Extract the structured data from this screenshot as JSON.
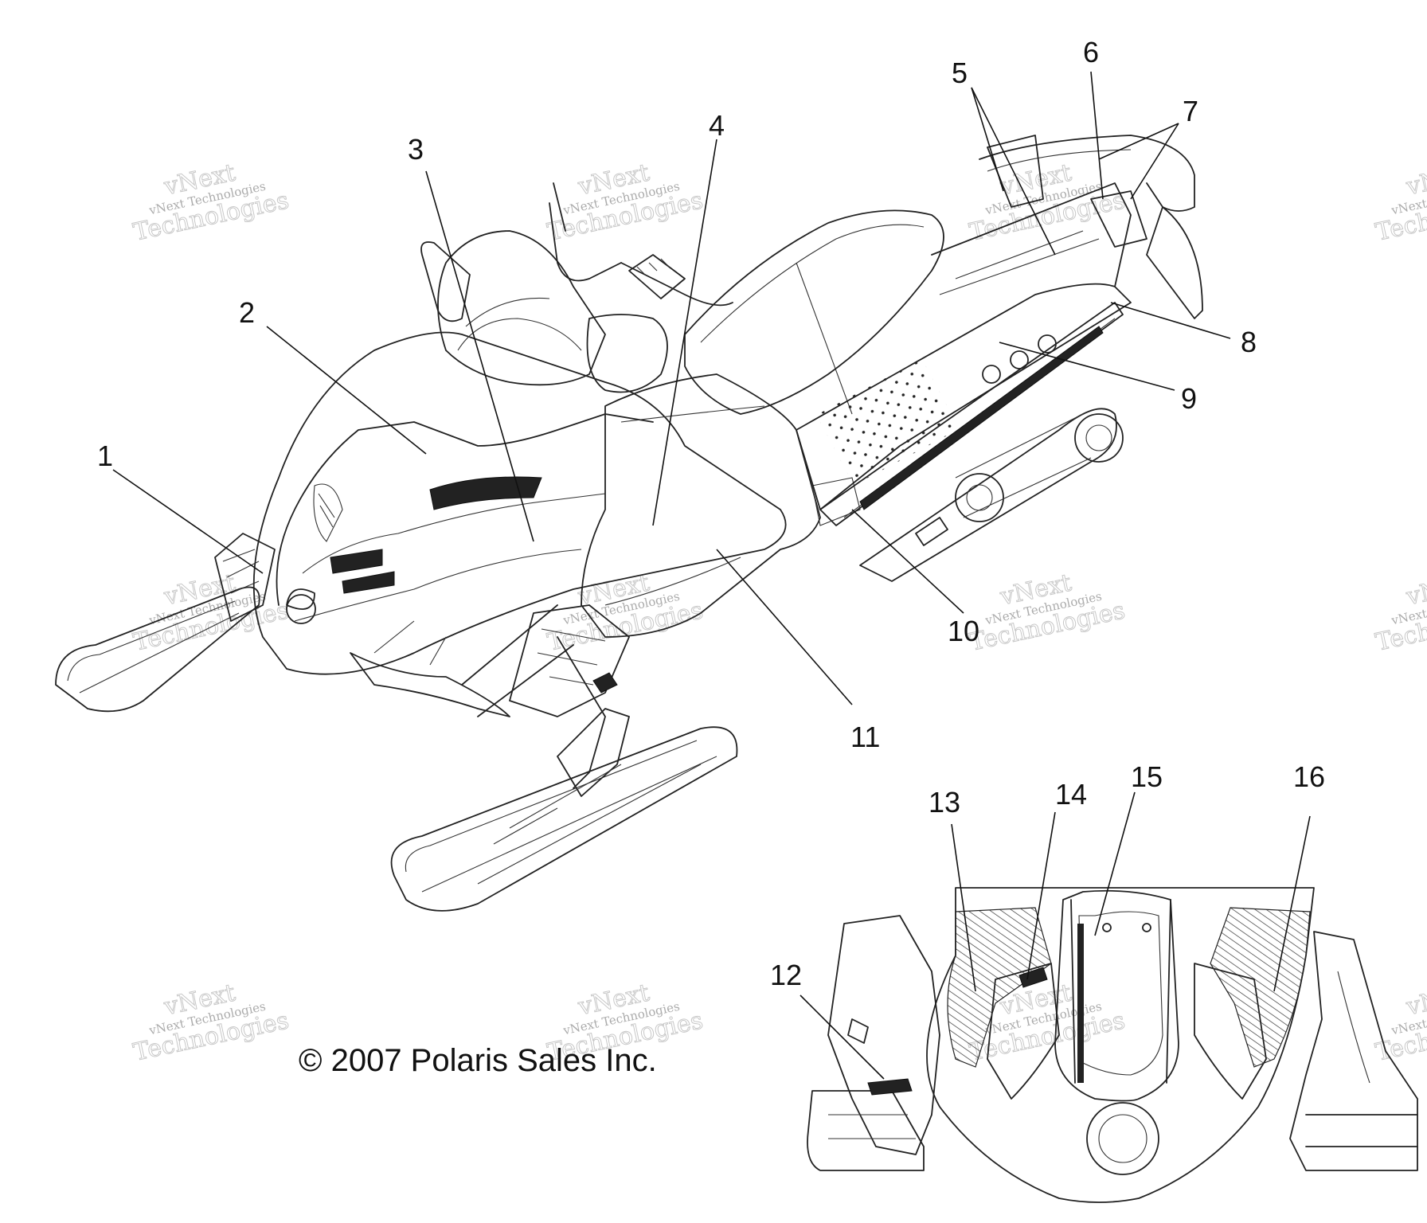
{
  "diagram": {
    "callouts": [
      "1",
      "2",
      "3",
      "4",
      "5",
      "6",
      "7",
      "8",
      "9",
      "10",
      "11",
      "12",
      "13",
      "14",
      "15",
      "16"
    ],
    "copyright": "© 2007 Polaris Sales Inc.",
    "watermark": {
      "line1": "vNext",
      "line2": "vNext Technologies",
      "line3": "Technologies"
    }
  }
}
